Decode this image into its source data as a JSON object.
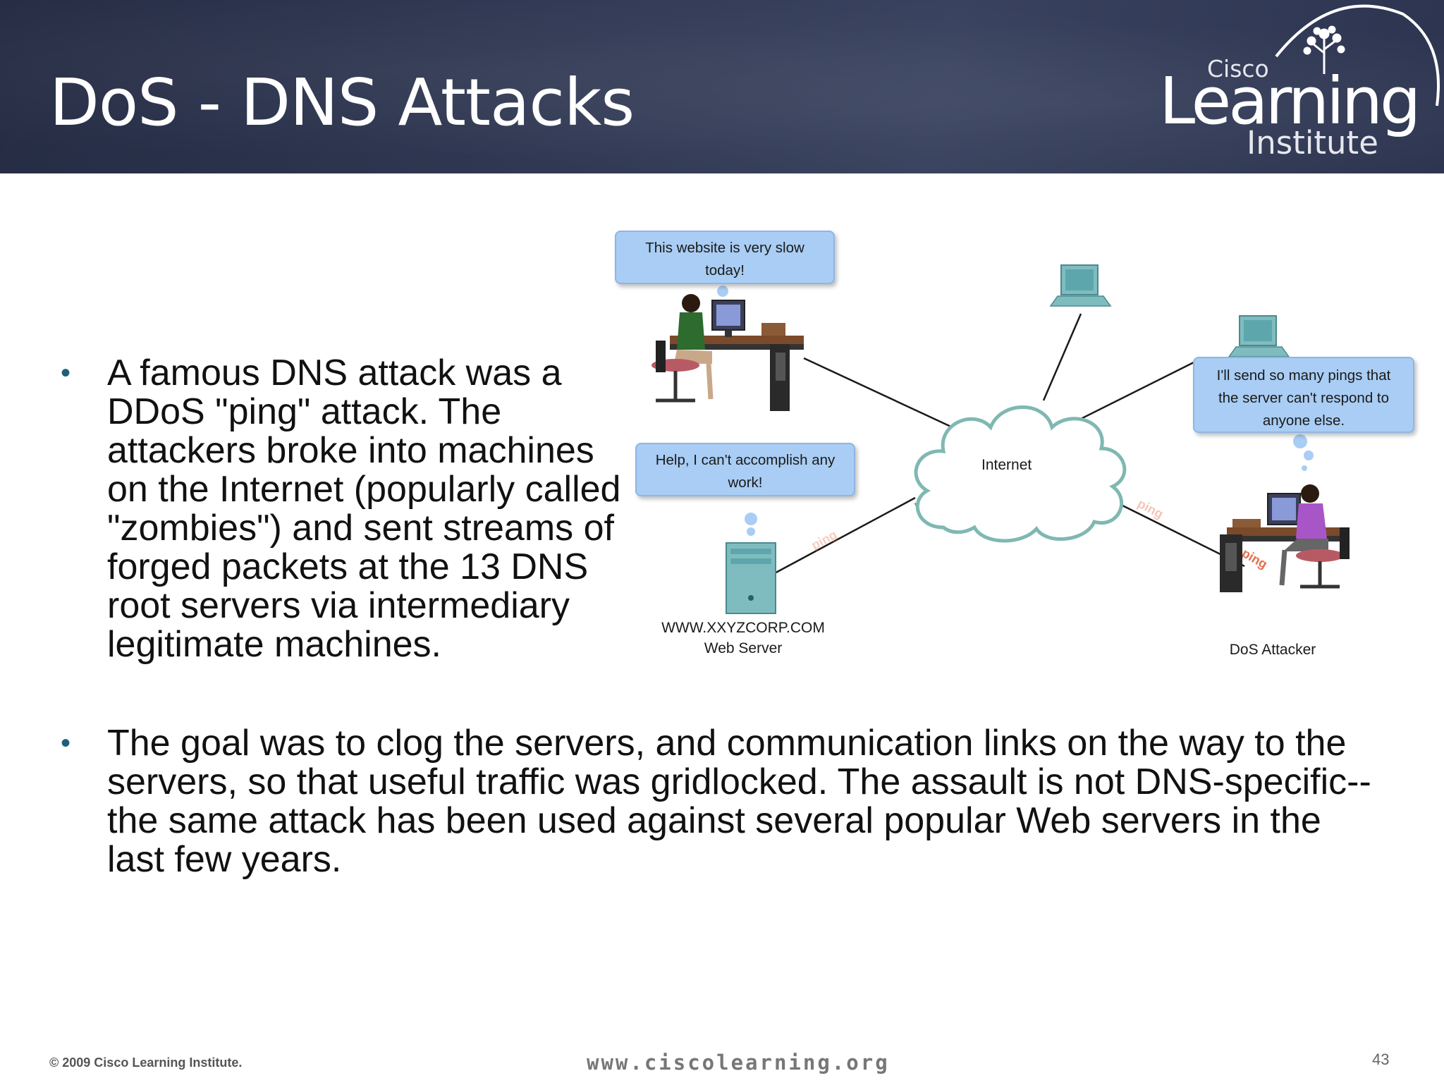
{
  "slide": {
    "title": "DoS - DNS Attacks",
    "page_number": "43"
  },
  "logo": {
    "line1": "Cisco",
    "line2": "Learning",
    "line3": "Institute"
  },
  "bullets": [
    {
      "text": "A famous DNS attack was a DDoS \"ping\" attack. The attackers broke into machines on the Internet (popularly called \"zombies\") and sent streams of forged packets at the 13 DNS root servers via intermediary legitimate machines."
    },
    {
      "text": "The goal was to clog the servers, and communication links on the way to the servers, so that useful traffic was gridlocked. The assault is not DNS-specific--the same attack has been used against several popular Web servers in the last few years."
    }
  ],
  "diagram": {
    "callout_user": {
      "line1": "This website is very slow",
      "line2": "today!"
    },
    "callout_server": {
      "line1": "Help, I can't accomplish any",
      "line2": "work!"
    },
    "callout_attacker": {
      "line1": "I'll send so many pings that",
      "line2": "the server can't respond to",
      "line3": "anyone else."
    },
    "cloud_label": "Internet",
    "server_label": {
      "line1": "WWW.XXYZCORP.COM",
      "line2": "Web Server"
    },
    "attacker_label": "DoS Attacker",
    "packet_label": "ping",
    "colors": {
      "callout": "#a9cdf4",
      "cloud_outline": "#7fb8b2",
      "ping": "#e0603a",
      "server": "#7fbcc0"
    }
  },
  "footer": {
    "copyright": "© 2009 Cisco Learning Institute.",
    "url": "www.ciscolearning.org"
  }
}
